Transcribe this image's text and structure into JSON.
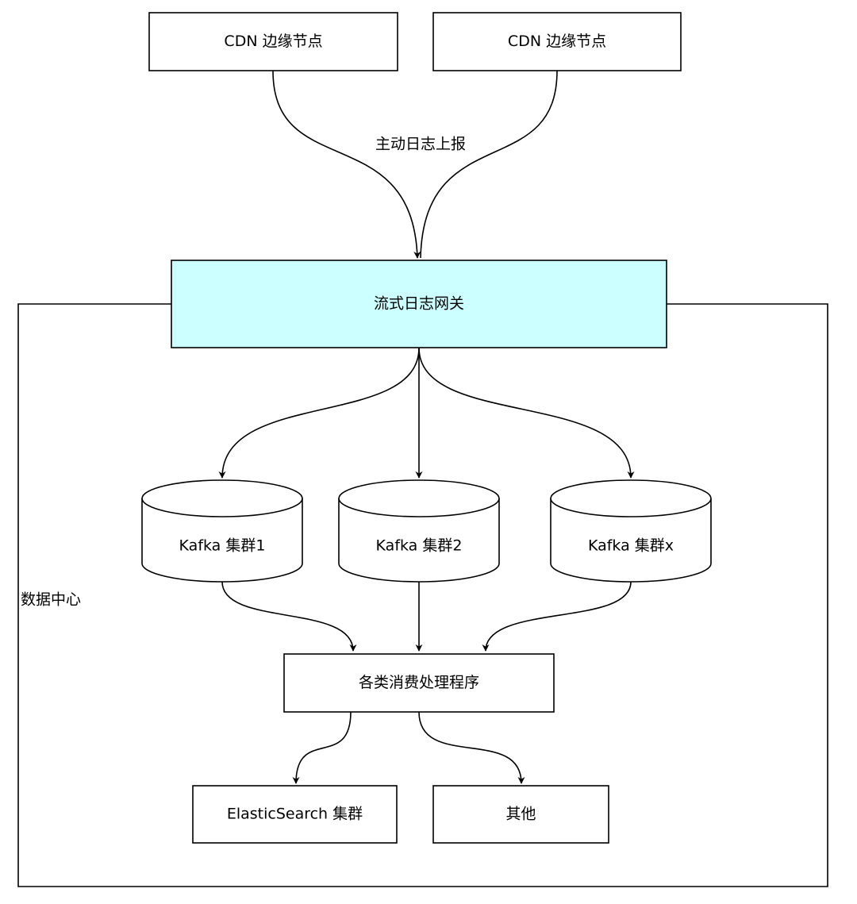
{
  "colors": {
    "gateway_fill": "#ccffff",
    "stroke": "#000000",
    "background": "#ffffff"
  },
  "nodes": {
    "cdn_edge_1": "CDN 边缘节点",
    "cdn_edge_2": "CDN 边缘节点",
    "report_label": "主动日志上报",
    "gateway": "流式日志网关",
    "datacenter_label": "数据中心",
    "kafka_1": "Kafka 集群1",
    "kafka_2": "Kafka 集群2",
    "kafka_x": "Kafka 集群x",
    "consumers": "各类消费处理程序",
    "elasticsearch": "ElasticSearch 集群",
    "other": "其他"
  }
}
